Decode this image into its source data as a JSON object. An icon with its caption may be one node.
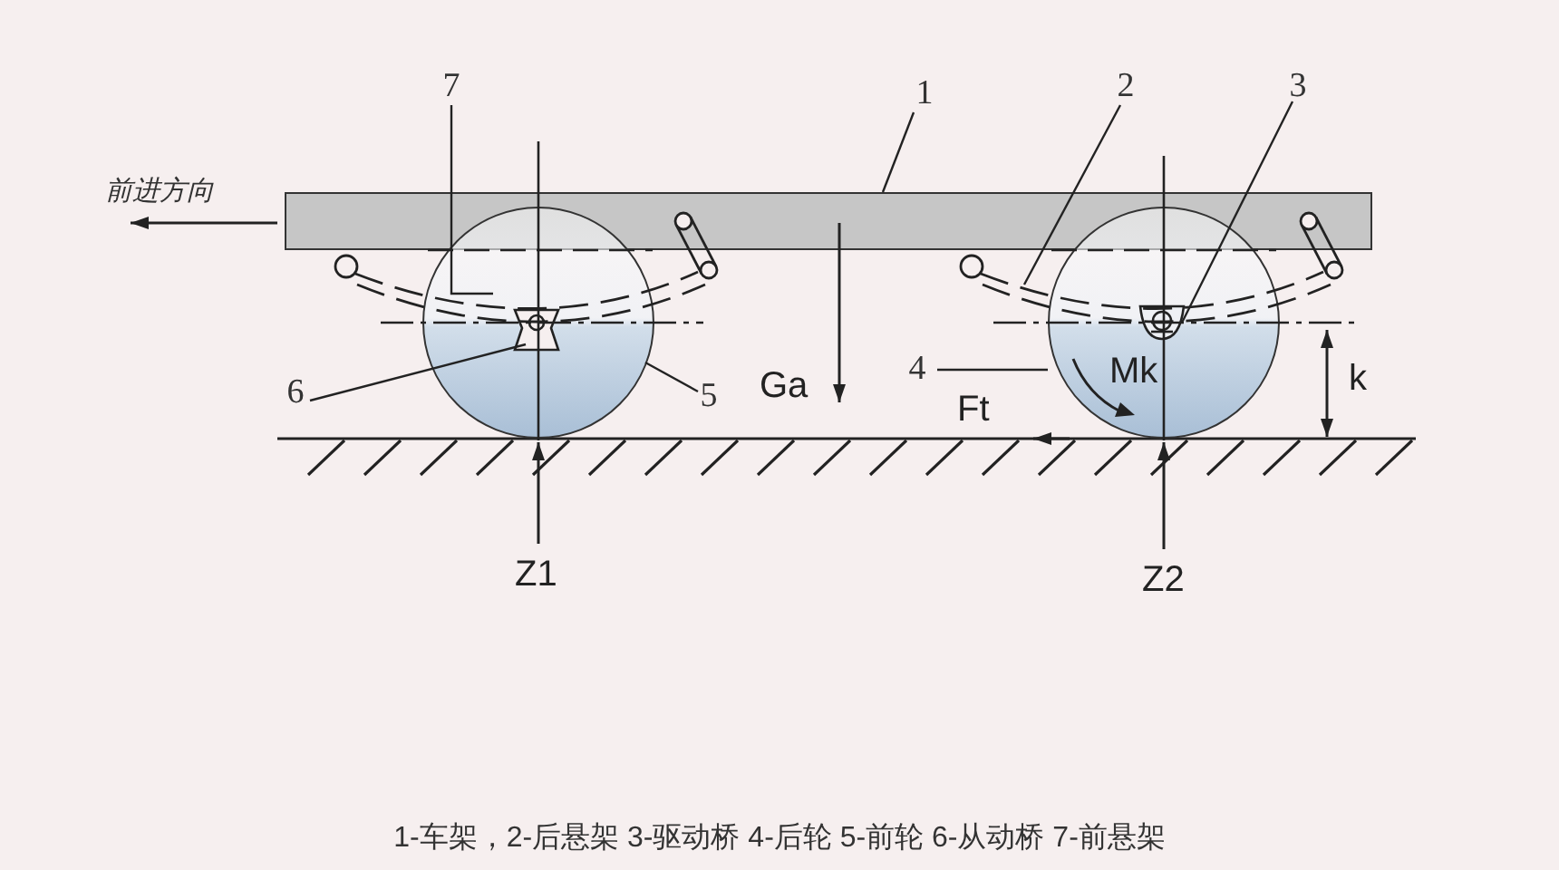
{
  "diagram": {
    "caption": "1-车架，2-后悬架 3-驱动桥 4-后轮 5-前轮 6-从动桥 7-前悬架",
    "nodes": [
      {
        "text": [
          "1"
        ]
      },
      {
        "text": [
          "2"
        ]
      },
      {
        "text": [
          "3"
        ]
      },
      {
        "text": [
          "4"
        ]
      },
      {
        "text": [
          "5"
        ]
      },
      {
        "text": [
          "6"
        ]
      },
      {
        "text": [
          "7"
        ]
      },
      {
        "text": [],
        "shape": "bar"
      },
      {
        "text": [],
        "shape": "circle"
      },
      {
        "text": [],
        "shape": "circle"
      },
      {
        "text": [],
        "shape": "picture"
      },
      {
        "text": [],
        "shape": "picture",
        "in": 8
      },
      {
        "text": [],
        "shape": "picture"
      },
      {
        "text": [],
        "shape": "picture",
        "in": 9
      }
    ],
    "edges": [
      {
        "from": 0,
        "to": 7,
        "arrow": "none"
      },
      {
        "from": 1,
        "to": 12,
        "arrow": "none"
      },
      {
        "from": 2,
        "to": 13,
        "arrow": "none"
      },
      {
        "from": 3,
        "to": 9,
        "arrow": "none"
      },
      {
        "from": 4,
        "to": 8,
        "arrow": "none"
      },
      {
        "from": 5,
        "to": 11,
        "arrow": "none"
      },
      {
        "from": 6,
        "to": 10,
        "arrow": "none"
      }
    ],
    "labels": [
      "前进方向",
      "Ga",
      "Ft",
      "Mk",
      "k",
      "Z1",
      "Z2"
    ]
  }
}
